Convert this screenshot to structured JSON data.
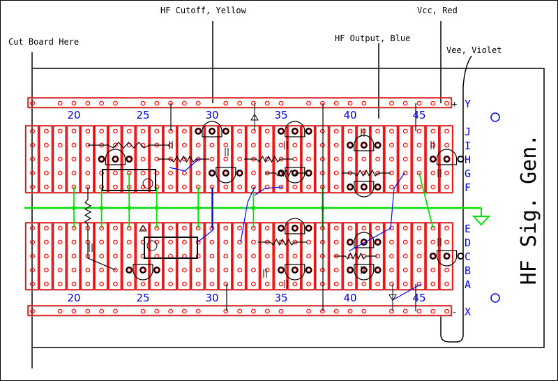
{
  "annotations": {
    "cut_board": "Cut Board Here",
    "hf_cutoff": "HF Cutoff, Yellow",
    "vcc": "Vcc, Red",
    "hf_output": "HF Output, Blue",
    "vee": "Vee, Violet"
  },
  "board_title": "HF Sig. Gen.",
  "column_numbers": [
    "20",
    "25",
    "30",
    "35",
    "40",
    "45"
  ],
  "upper_rows": [
    "J",
    "I",
    "H",
    "G",
    "F"
  ],
  "lower_rows": [
    "E",
    "D",
    "C",
    "B",
    "A"
  ],
  "rails": {
    "top": "Y",
    "bottom": "X",
    "top_sign": "+",
    "bottom_sign": "-"
  },
  "colors": {
    "strip": "#ff0000",
    "ground": "#00e000",
    "label": "#0000dd",
    "wire": "#000000",
    "signal": "#0000ff"
  }
}
